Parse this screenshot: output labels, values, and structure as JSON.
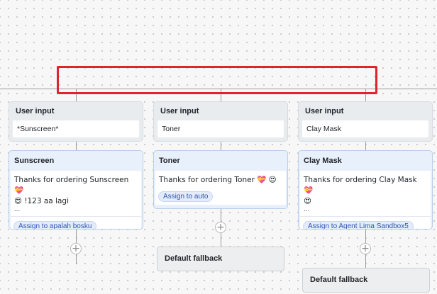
{
  "branches": [
    {
      "input_title": "User input",
      "input_value": "*Sunscreen*",
      "response_title": "Sunscreen",
      "message_line1": "Thanks for ordering Sunscreen 💝",
      "message_line2": "😍 !123 aa lagi",
      "ellipsis": "...",
      "assignment": "Assign to apalah bosku"
    },
    {
      "input_title": "User input",
      "input_value": "Toner",
      "response_title": "Toner",
      "message_line1": "Thanks for ordering Toner 💝 😍",
      "assignment": "Assign to auto",
      "fallback": "Default fallback"
    },
    {
      "input_title": "User input",
      "input_value": "Clay Mask",
      "response_title": "Clay Mask",
      "message_line1": "Thanks for ordering Clay Mask 💝",
      "message_line2": "😍",
      "ellipsis": "...",
      "assignment": "Assign to Agent Lima Sandbox5",
      "fallback": "Default fallback"
    }
  ],
  "add_button_symbol": "+",
  "colors": {
    "highlight": "#e0242b",
    "connector": "#9a9a9a",
    "response_bg": "#e8f0fb",
    "tag_text": "#2d56b3"
  }
}
